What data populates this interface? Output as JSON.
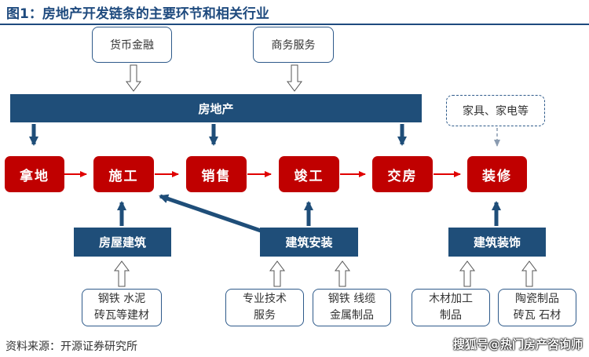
{
  "title": "图1：房地产开发链条的主要环节和相关行业",
  "top_supports": [
    "货币金融",
    "商务服务"
  ],
  "bar_label": "房地产",
  "chain": [
    "拿地",
    "施工",
    "销售",
    "竣工",
    "交房",
    "装修"
  ],
  "appliances": "家具、家电等",
  "mid_boxes": [
    "房屋建筑",
    "建筑安装",
    "建筑装饰"
  ],
  "materials": [
    [
      "钢铁 水泥",
      "砖瓦等建材"
    ],
    [
      "专业技术",
      "服务"
    ],
    [
      "钢铁 线缆",
      "金属制品"
    ],
    [
      "木材加工",
      "制品"
    ],
    [
      "陶瓷制品",
      "砖瓦 石材"
    ]
  ],
  "source": "资料来源：开源证券研究所",
  "watermark": "搜狐号@热门房产咨询师",
  "colors": {
    "navy": "#1f4e79",
    "red": "#c00000",
    "outline": "#2e5a8a"
  }
}
